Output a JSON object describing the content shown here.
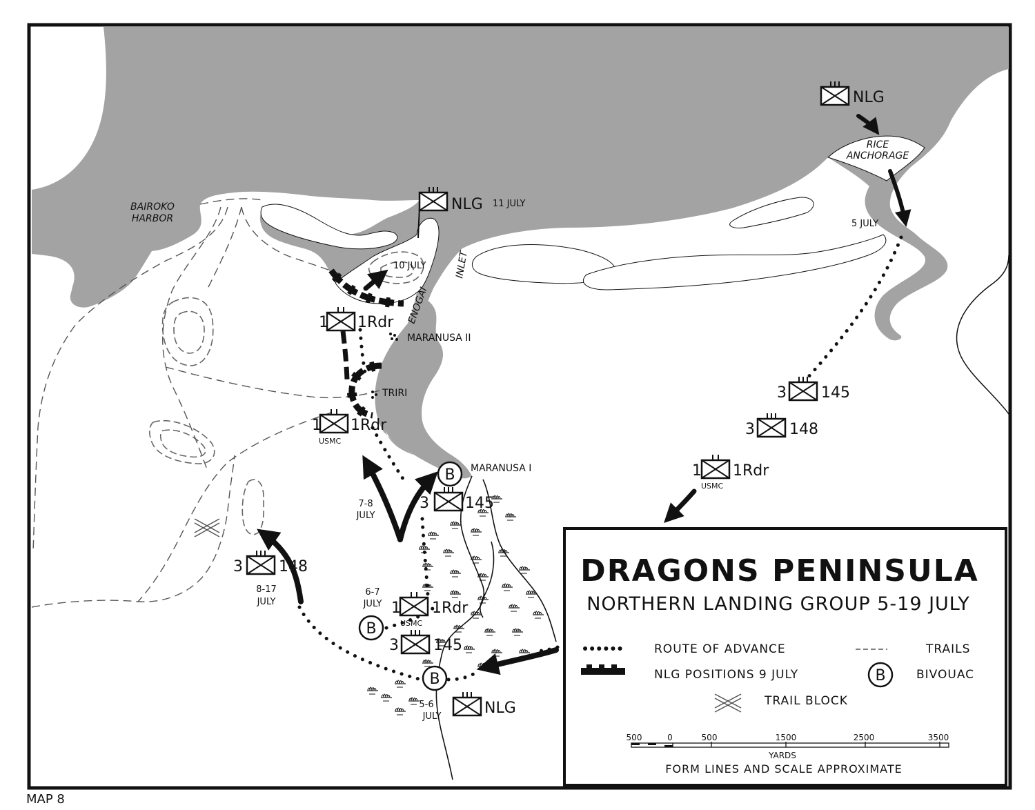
{
  "map_label": "MAP 8",
  "title": "DRAGONS PENINSULA",
  "subtitle": "NORTHERN LANDING GROUP 5-19 JULY",
  "legend": {
    "route": "ROUTE OF ADVANCE",
    "positions": "NLG POSITIONS 9 JULY",
    "trailblock": "TRAIL BLOCK",
    "trails": "TRAILS",
    "bivouac": "BIVOUAC",
    "bivouac_symbol": "B"
  },
  "scale": {
    "ticks": [
      "500",
      "0",
      "500",
      "1500",
      "2500",
      "3500"
    ],
    "unit": "YARDS",
    "note": "FORM LINES AND SCALE APPROXIMATE"
  },
  "places": {
    "bairoko_1": "BAIROKO",
    "bairoko_2": "HARBOR",
    "rice_1": "RICE",
    "rice_2": "ANCHORAGE",
    "enogai": "ENOGAI",
    "inlet": "INLET",
    "maranusa2": "MARANUSA II",
    "triri": "TRIRI",
    "maranusa1": "MARANUSA I"
  },
  "dates": {
    "d11july": "11 JULY",
    "d10july": "10 JULY",
    "d5july": "5 JULY",
    "d78_1": "7-8",
    "d78_2": "JULY",
    "d817_1": "8-17",
    "d817_2": "JULY",
    "d67_1": "6-7",
    "d67_2": "JULY",
    "d56_1": "5-6",
    "d56_2": "JULY"
  },
  "units": {
    "nlg": "NLG",
    "one": "1",
    "three": "3",
    "rdr": "1Rdr",
    "usmc": "USMC",
    "u145": "145",
    "u148": "148",
    "b": "B"
  },
  "colors": {
    "water": "#a3a3a3",
    "land": "#ffffff",
    "ink": "#111111",
    "border": "#111111"
  }
}
